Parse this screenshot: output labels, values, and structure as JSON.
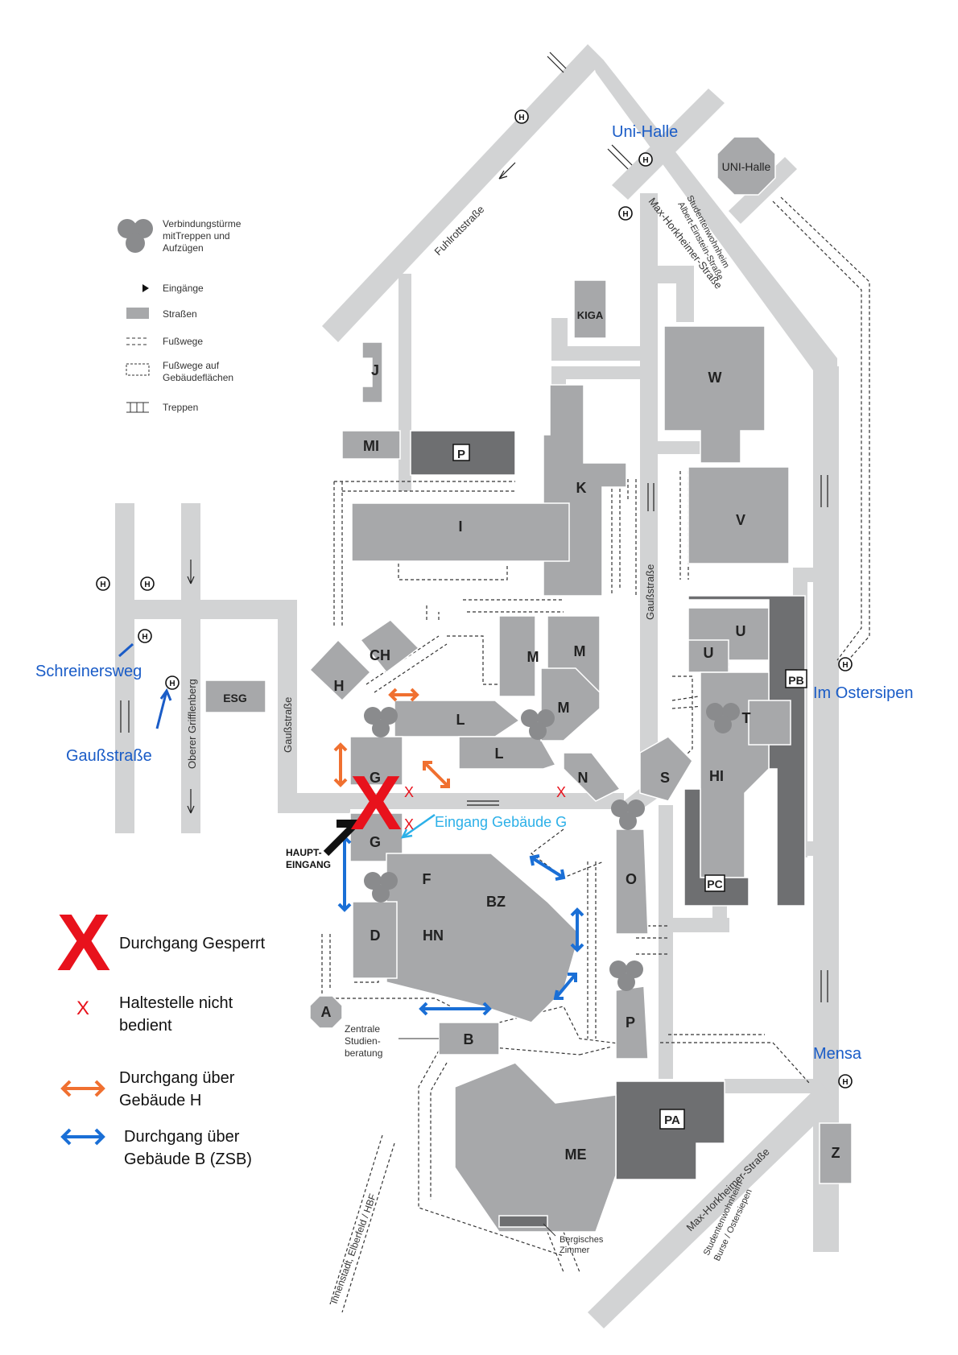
{
  "legend": {
    "towers": "Verbindungstürme mit Treppen und Aufzügen",
    "towers_l1": "Verbindungstürme",
    "towers_l2": "mitTreppen und",
    "towers_l3": "Aufzügen",
    "entrances": "Eingänge",
    "streets": "Straßen",
    "footpaths": "Fußwege",
    "footpaths_bld_l1": "Fußwege auf",
    "footpaths_bld_l2": "Gebäudeflächen",
    "stairs": "Treppen"
  },
  "annotations": {
    "closed": "Durchgang Gesperrt",
    "stop_l1": "Haltestelle nicht",
    "stop_l2": "bedient",
    "via_h_l1": "Durchgang über",
    "via_h_l2": "Gebäude H",
    "via_b_l1": "Durchgang über",
    "via_b_l2": "Gebäude B (ZSB)",
    "entrance_g": "Eingang Gebäude G"
  },
  "places": {
    "uni_halle": "Uni-Halle",
    "uni_halle_bld": "UNI-Halle",
    "schreinersweg": "Schreinersweg",
    "gaussstrasse": "Gaußstraße",
    "im_ostersipen": "Im Ostersipen",
    "mensa": "Mensa",
    "haupt_l1": "HAUPT-",
    "haupt_l2": "EINGANG",
    "zsb_l1": "Zentrale",
    "zsb_l2": "Studien-",
    "zsb_l3": "beratung",
    "bergisch_l1": "Bergisches",
    "bergisch_l2": "Zimmer"
  },
  "streets": {
    "fuhlrott": "Fuhlrottstraße",
    "max_h1": "Max-Horkheimer-Straße",
    "max_h2": "Max-Horkheimer-Straße",
    "gauss1": "Gaußstraße",
    "gauss2": "Gaußstraße",
    "griffenberg": "Oberer Grifflenberg",
    "innenstadt": "Innenstadt, Elberfeld / HBF",
    "swh1_l1": "Studentenwohnheim",
    "swh1_l2": "Albert-Einstein-Straße",
    "swh2_l1": "Studentenwohnheim",
    "swh2_l2": "Burse / Ostersiepen"
  },
  "buildings": {
    "J": "J",
    "MI": "MI",
    "P_park": "P",
    "KIGA": "KIGA",
    "W": "W",
    "K": "K",
    "I": "I",
    "V": "V",
    "U1": "U",
    "U2": "U",
    "PB": "PB",
    "CH": "CH",
    "H": "H",
    "ESG": "ESG",
    "L1": "L",
    "L2": "L",
    "M1": "M",
    "M2": "M",
    "M3": "M",
    "T": "T",
    "HI": "HI",
    "N": "N",
    "S": "S",
    "G1": "G",
    "G2": "G",
    "F": "F",
    "BZ": "BZ",
    "O": "O",
    "D": "D",
    "HN": "HN",
    "PC": "PC",
    "A": "A",
    "B": "B",
    "P_bld": "P",
    "PA": "PA",
    "ME": "ME",
    "Z": "Z"
  },
  "hs_glyph": "H",
  "closed_glyph": "X",
  "colors": {
    "closed": "#e8121c",
    "orange": "#f07030",
    "blue": "#1a6fd6",
    "cyan": "#2cb0e8",
    "road": "#d2d3d4",
    "building": "#a7a8aa",
    "dark": "#6e6f71"
  }
}
